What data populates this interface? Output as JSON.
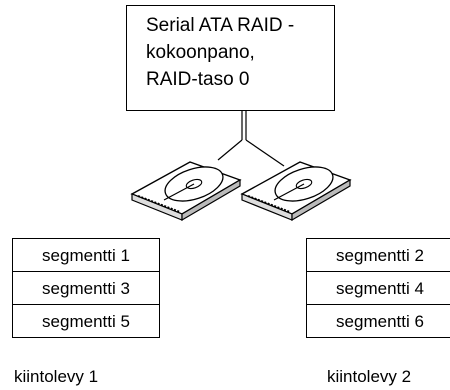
{
  "config_box": {
    "lines": [
      "Serial ATA RAID -",
      "kokoonpano,",
      "RAID-taso 0"
    ]
  },
  "disks": [
    {
      "name": "kiintolevy 1",
      "segments": [
        "segmentti 1",
        "segmentti 3",
        "segmentti 5"
      ]
    },
    {
      "name": "kiintolevy 2",
      "segments": [
        "segmentti 2",
        "segmentti 4",
        "segmentti 6"
      ]
    }
  ],
  "icons": [
    "hard-drive-icon",
    "hard-drive-icon"
  ]
}
